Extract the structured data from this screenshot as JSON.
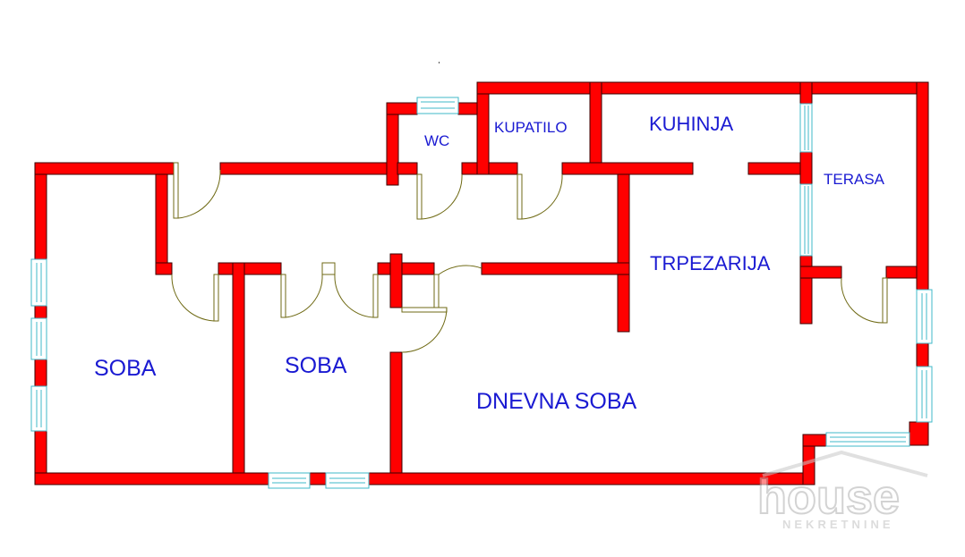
{
  "rooms": {
    "wc": "WC",
    "kupatilo": "KUPATILO",
    "kuhinja": "KUHINJA",
    "terasa": "TERASA",
    "trpezarija": "TRPEZARIJA",
    "soba_left": "SOBA",
    "soba_middle": "SOBA",
    "dnevna_soba": "DNEVNA SOBA"
  },
  "watermark": {
    "brand": "house",
    "subtitle": "NEKRETNINE"
  },
  "colors": {
    "wall": "#ff0000",
    "label": "#1a1ad2",
    "window": "#3fb8c8",
    "door": "#6f6a14"
  }
}
